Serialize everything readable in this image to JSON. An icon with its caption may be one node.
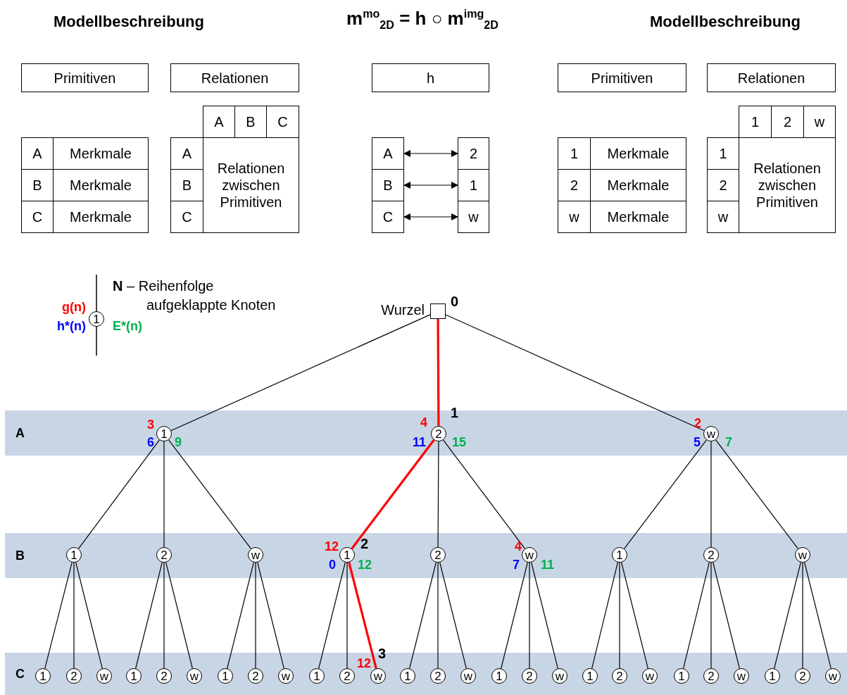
{
  "diagram": {
    "nodes": [
      {
        "text": [
          "Primitiven"
        ]
      },
      {
        "text": [
          "Relationen"
        ]
      },
      {
        "text": [
          "h"
        ]
      },
      {
        "text": [
          "Primitiven"
        ]
      },
      {
        "text": [
          "Relationen"
        ]
      },
      {
        "text": [
          "A"
        ]
      },
      {
        "text": [
          "Merkmale"
        ]
      },
      {
        "text": [
          "B"
        ]
      },
      {
        "text": [
          "Merkmale"
        ]
      },
      {
        "text": [
          "C"
        ]
      },
      {
        "text": [
          "Merkmale"
        ]
      },
      {
        "text": [
          "A"
        ]
      },
      {
        "text": [
          "B"
        ]
      },
      {
        "text": [
          "C"
        ]
      },
      {
        "text": [
          "A"
        ]
      },
      {
        "text": [
          "B"
        ]
      },
      {
        "text": [
          "C"
        ]
      },
      {
        "text": [
          "Relationen zwischen Primitiven"
        ]
      },
      {
        "text": [
          "A"
        ]
      },
      {
        "text": [
          "2"
        ]
      },
      {
        "text": [
          "B"
        ]
      },
      {
        "text": [
          "1"
        ]
      },
      {
        "text": [
          "C"
        ]
      },
      {
        "text": [
          "w"
        ]
      },
      {
        "text": [
          "1"
        ]
      },
      {
        "text": [
          "Merkmale"
        ]
      },
      {
        "text": [
          "2"
        ]
      },
      {
        "text": [
          "Merkmale"
        ]
      },
      {
        "text": [
          "w"
        ]
      },
      {
        "text": [
          "Merkmale"
        ]
      },
      {
        "text": [
          "1"
        ]
      },
      {
        "text": [
          "2"
        ]
      },
      {
        "text": [
          "w"
        ]
      },
      {
        "text": [
          "1"
        ]
      },
      {
        "text": [
          "2"
        ]
      },
      {
        "text": [
          "w"
        ]
      },
      {
        "text": [
          "Relationen zwischen Primitiven"
        ]
      },
      {
        "text": [
          "1"
        ],
        "beside": [
          "**N** – Reihenfolge aufgeklappte Knoten",
          "g(n)",
          "h*(n)",
          "E*(n)"
        ]
      },
      {
        "text": [],
        "shape": "box",
        "beside": [
          "Wurzel",
          "0"
        ]
      },
      {
        "text": [
          "A"
        ]
      },
      {
        "text": [
          "1"
        ],
        "in": 39,
        "beside": [
          "3",
          "6",
          "9"
        ]
      },
      {
        "text": [
          "2"
        ],
        "in": 39,
        "beside": [
          "1",
          "4",
          "11",
          "15"
        ]
      },
      {
        "text": [
          "w"
        ],
        "in": 39,
        "beside": [
          "2",
          "5",
          "7"
        ]
      },
      {
        "text": [
          "B"
        ]
      },
      {
        "text": [
          "1"
        ],
        "in": 43
      },
      {
        "text": [
          "2"
        ],
        "in": 43
      },
      {
        "text": [
          "w"
        ],
        "in": 43
      },
      {
        "text": [
          "1"
        ],
        "in": 43,
        "beside": [
          "12",
          "2",
          "0",
          "12"
        ]
      },
      {
        "text": [
          "2"
        ],
        "in": 43
      },
      {
        "text": [
          "w"
        ],
        "in": 43,
        "beside": [
          "4",
          "7",
          "11"
        ]
      },
      {
        "text": [
          "1"
        ],
        "in": 43
      },
      {
        "text": [
          "2"
        ],
        "in": 43
      },
      {
        "text": [
          "w"
        ],
        "in": 43
      },
      {
        "text": [
          "C"
        ]
      },
      {
        "text": [
          "1"
        ],
        "in": 53
      },
      {
        "text": [
          "2"
        ],
        "in": 53
      },
      {
        "text": [
          "w"
        ],
        "in": 53
      },
      {
        "text": [
          "1"
        ],
        "in": 53
      },
      {
        "text": [
          "2"
        ],
        "in": 53
      },
      {
        "text": [
          "w"
        ],
        "in": 53
      },
      {
        "text": [
          "1"
        ],
        "in": 53
      },
      {
        "text": [
          "2"
        ],
        "in": 53
      },
      {
        "text": [
          "w"
        ],
        "in": 53
      },
      {
        "text": [
          "1"
        ],
        "in": 53
      },
      {
        "text": [
          "2"
        ],
        "in": 53
      },
      {
        "text": [
          "w"
        ],
        "in": 53,
        "beside": [
          "3",
          "12"
        ]
      },
      {
        "text": [
          "1"
        ],
        "in": 53
      },
      {
        "text": [
          "2"
        ],
        "in": 53
      },
      {
        "text": [
          "w"
        ],
        "in": 53
      },
      {
        "text": [
          "1"
        ],
        "in": 53
      },
      {
        "text": [
          "2"
        ],
        "in": 53
      },
      {
        "text": [
          "w"
        ],
        "in": 53
      },
      {
        "text": [
          "1"
        ],
        "in": 53
      },
      {
        "text": [
          "2"
        ],
        "in": 53
      },
      {
        "text": [
          "w"
        ],
        "in": 53
      },
      {
        "text": [
          "1"
        ],
        "in": 53
      },
      {
        "text": [
          "2"
        ],
        "in": 53
      },
      {
        "text": [
          "w"
        ],
        "in": 53
      },
      {
        "text": [
          "1"
        ],
        "in": 53
      },
      {
        "text": [
          "2"
        ],
        "in": 53
      },
      {
        "text": [
          "w"
        ],
        "in": 53
      }
    ],
    "edges": [
      {
        "from": 38,
        "to": 40,
        "arrow": "none"
      },
      {
        "from": 38,
        "to": 41,
        "arrow": "none",
        "style": "thick",
        "color": "#ff0000"
      },
      {
        "from": 38,
        "to": 42,
        "arrow": "none"
      },
      {
        "from": 40,
        "to": 44,
        "arrow": "none"
      },
      {
        "from": 40,
        "to": 45,
        "arrow": "none"
      },
      {
        "from": 40,
        "to": 46,
        "arrow": "none"
      },
      {
        "from": 41,
        "to": 47,
        "arrow": "none",
        "style": "thick",
        "color": "#ff0000"
      },
      {
        "from": 41,
        "to": 48,
        "arrow": "none"
      },
      {
        "from": 41,
        "to": 49,
        "arrow": "none"
      },
      {
        "from": 42,
        "to": 50,
        "arrow": "none"
      },
      {
        "from": 42,
        "to": 51,
        "arrow": "none"
      },
      {
        "from": 42,
        "to": 52,
        "arrow": "none"
      },
      {
        "from": 44,
        "to": 54,
        "arrow": "none"
      },
      {
        "from": 44,
        "to": 55,
        "arrow": "none"
      },
      {
        "from": 44,
        "to": 56,
        "arrow": "none"
      },
      {
        "from": 45,
        "to": 57,
        "arrow": "none"
      },
      {
        "from": 45,
        "to": 58,
        "arrow": "none"
      },
      {
        "from": 45,
        "to": 59,
        "arrow": "none"
      },
      {
        "from": 46,
        "to": 60,
        "arrow": "none"
      },
      {
        "from": 46,
        "to": 61,
        "arrow": "none"
      },
      {
        "from": 46,
        "to": 62,
        "arrow": "none"
      },
      {
        "from": 47,
        "to": 63,
        "arrow": "none"
      },
      {
        "from": 47,
        "to": 64,
        "arrow": "none"
      },
      {
        "from": 47,
        "to": 65,
        "arrow": "none",
        "style": "thick",
        "color": "#ff0000"
      },
      {
        "from": 48,
        "to": 66,
        "arrow": "none"
      },
      {
        "from": 48,
        "to": 67,
        "arrow": "none"
      },
      {
        "from": 48,
        "to": 68,
        "arrow": "none"
      },
      {
        "from": 49,
        "to": 69,
        "arrow": "none"
      },
      {
        "from": 49,
        "to": 70,
        "arrow": "none"
      },
      {
        "from": 49,
        "to": 71,
        "arrow": "none"
      },
      {
        "from": 50,
        "to": 72,
        "arrow": "none"
      },
      {
        "from": 50,
        "to": 73,
        "arrow": "none"
      },
      {
        "from": 50,
        "to": 74,
        "arrow": "none"
      },
      {
        "from": 51,
        "to": 75,
        "arrow": "none"
      },
      {
        "from": 51,
        "to": 76,
        "arrow": "none"
      },
      {
        "from": 51,
        "to": 77,
        "arrow": "none"
      },
      {
        "from": 52,
        "to": 78,
        "arrow": "none"
      },
      {
        "from": 52,
        "to": 79,
        "arrow": "none"
      },
      {
        "from": 52,
        "to": 80,
        "arrow": "none"
      },
      {
        "from": 18,
        "to": 19,
        "arrow": "both"
      },
      {
        "from": 20,
        "to": 21,
        "arrow": "both"
      },
      {
        "from": 22,
        "to": 23,
        "arrow": "both"
      }
    ],
    "labels": [
      "Modellbeschreibung",
      "m$^{mo}$$_{2D}$ = h ○ m$^{img}$$_{2D}$",
      "Modellbeschreibung"
    ]
  }
}
